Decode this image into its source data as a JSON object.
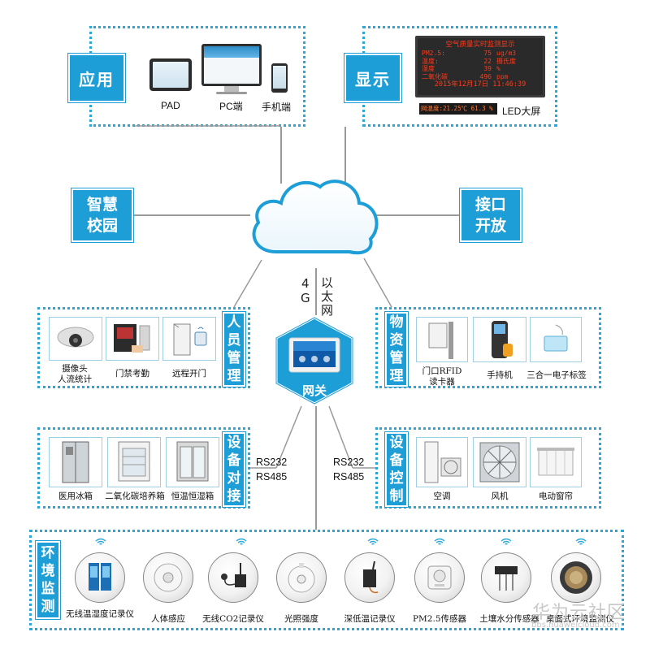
{
  "top_left": {
    "label": "应用",
    "devices": [
      "PAD",
      "PC端",
      "手机端"
    ]
  },
  "top_right": {
    "label": "显示",
    "device": "LED大屏",
    "led": {
      "title": "空气质量实时监测显示",
      "rows": [
        {
          "k": "PM2.5:",
          "v": "75",
          "u": "ug/m3"
        },
        {
          "k": "温度:",
          "v": "22",
          "u": "摄氏度"
        },
        {
          "k": "湿度",
          "v": "39",
          "u": "%"
        },
        {
          "k": "二氧化碳",
          "v": "496",
          "u": "ppm"
        }
      ],
      "date": "2015年12月17日 11:46:39",
      "ticker": "网温度:21.25℃ 61.3 %"
    }
  },
  "cloud_left": {
    "label": "智慧\n校园"
  },
  "cloud_right": {
    "label": "接口\n开放"
  },
  "network": {
    "left": "4\nG",
    "right": "以\n太\n网"
  },
  "gateway": {
    "label": "网关"
  },
  "personnel": {
    "label": "人\n员\n管\n理",
    "devices": [
      "摄像头\n人流统计",
      "门禁考勤",
      "远程开门"
    ]
  },
  "materials": {
    "label": "物\n资\n管\n理",
    "devices": [
      "门口RFID\n读卡器",
      "手持机",
      "三合一电子标签"
    ]
  },
  "equipment_dock": {
    "label": "设\n备\n对\n接",
    "devices": [
      "医用冰箱",
      "二氧化碳培养箱",
      "恒温恒湿箱"
    ]
  },
  "equipment_control": {
    "label": "设\n备\n控\n制",
    "devices": [
      "空调",
      "风机",
      "电动窗帘"
    ]
  },
  "protocols": {
    "left": [
      "RS232",
      "RS485"
    ],
    "right": [
      "RS232",
      "RS485"
    ]
  },
  "environment": {
    "label": "环\n境\n监\n测",
    "devices": [
      "无线温湿度记录仪",
      "人体感应",
      "无线CO2记录仪",
      "光照强度",
      "深低温记录仪",
      "PM2.5传感器",
      "土壤水分传感器",
      "桌面式环境监测仪"
    ]
  },
  "watermark": {
    "text": "华为云社区",
    "url": "bbs.huaweicloud.com"
  },
  "colors": {
    "accent": "#1e9ed6",
    "dotted": "#2aa6d8",
    "line": "#9a9a9a",
    "led_text": "#ff3a1a"
  }
}
